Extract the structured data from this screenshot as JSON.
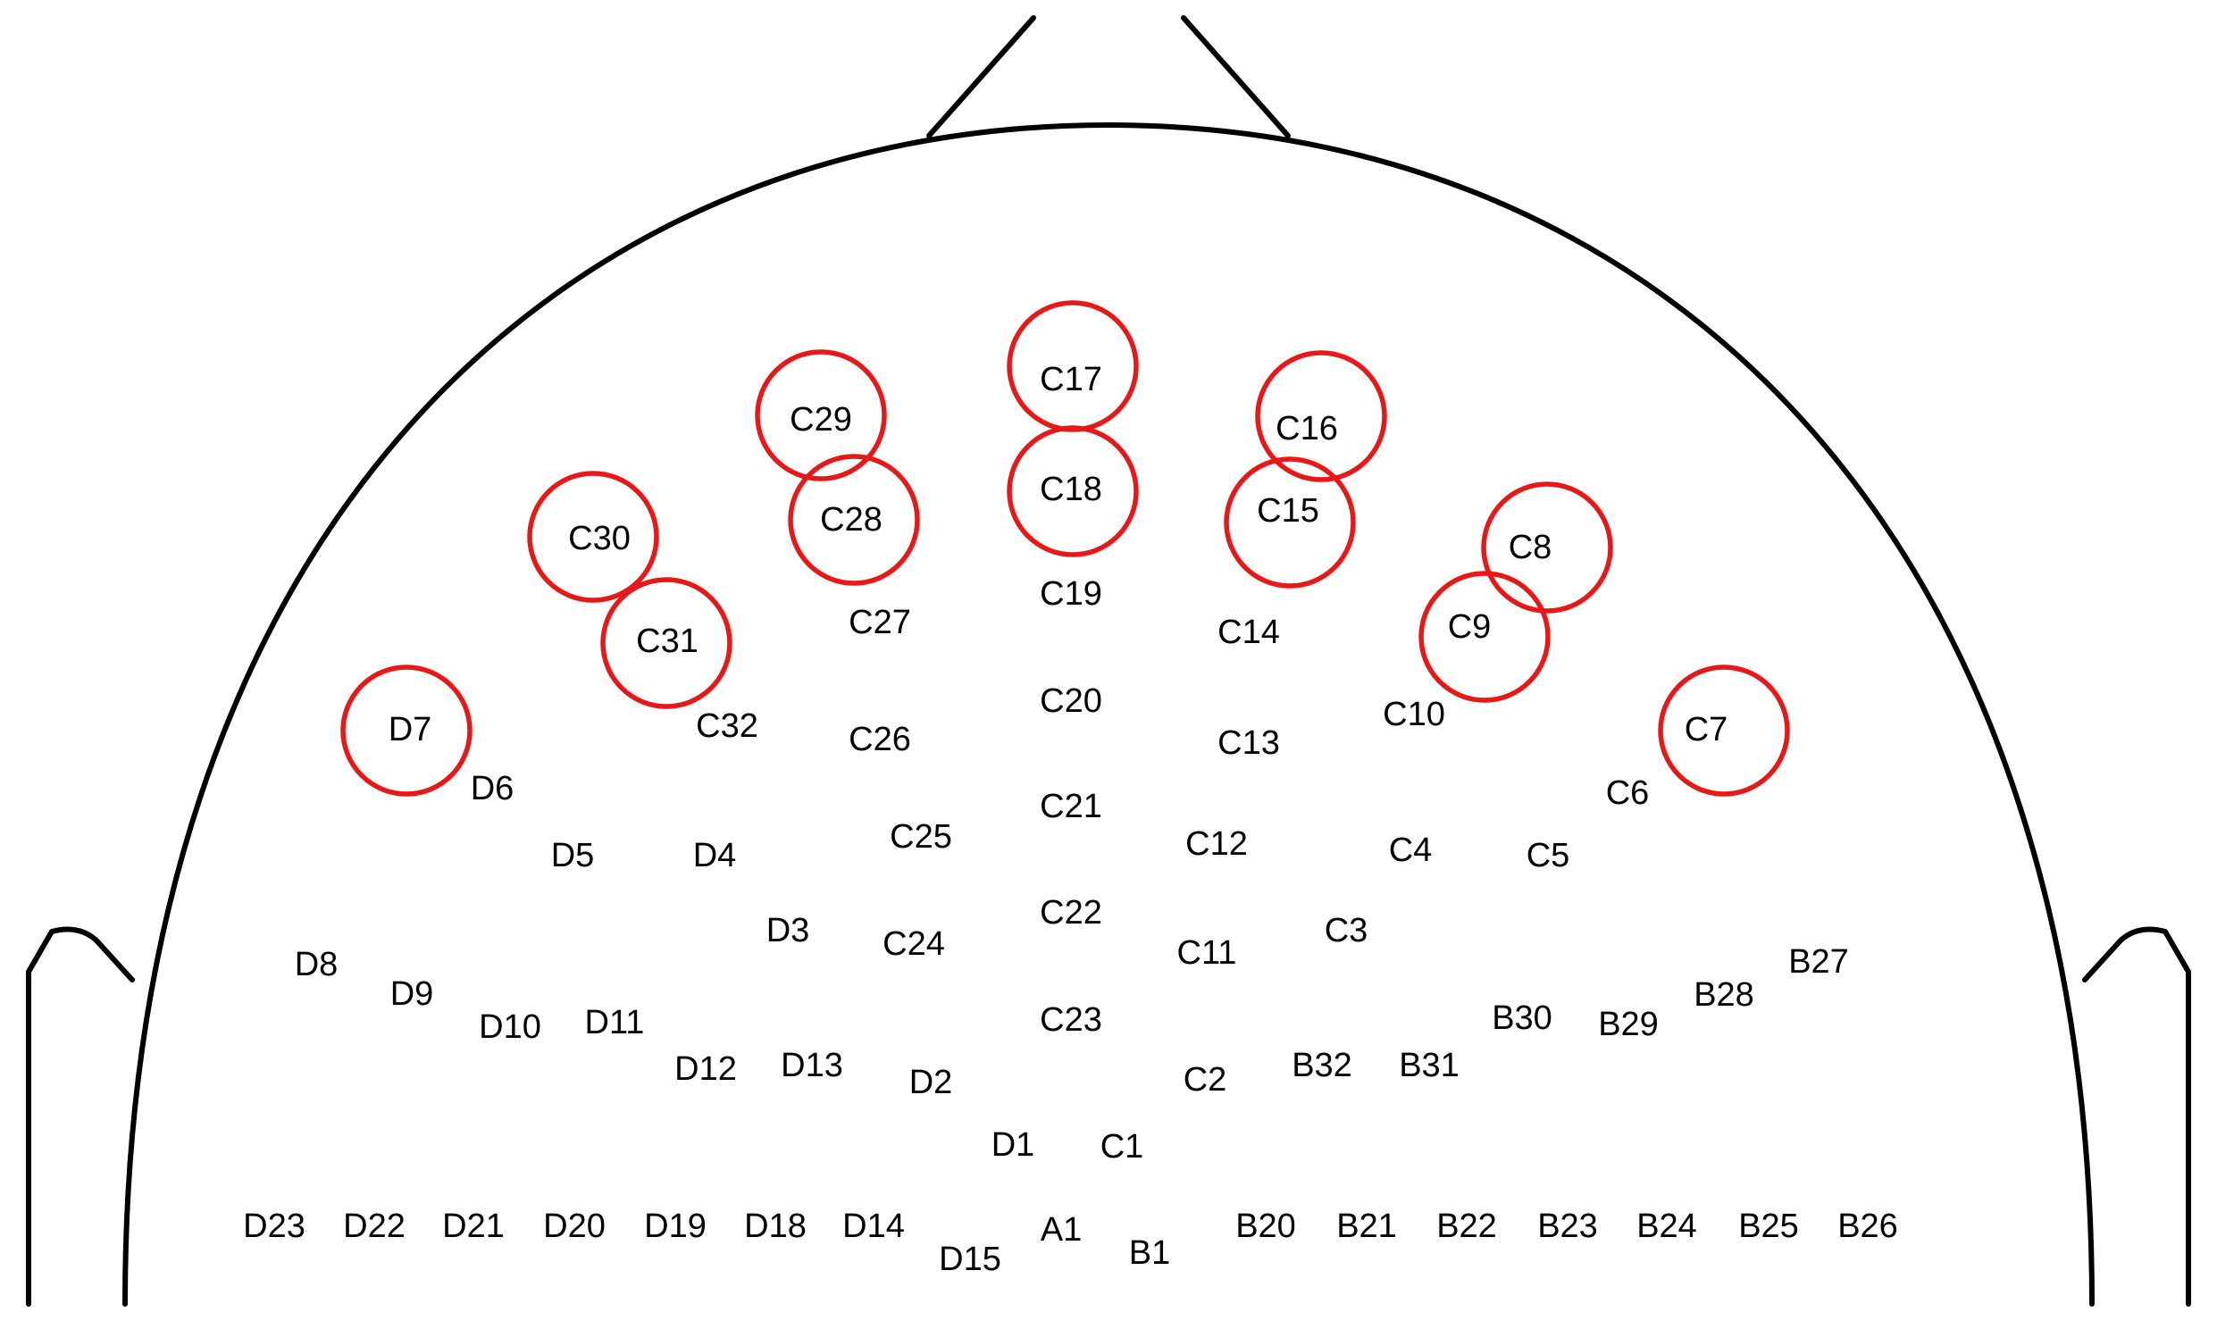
{
  "colors": {
    "outline": "#000000",
    "label": "#000000",
    "highlight": "#e81818"
  },
  "electrodes": [
    {
      "id": "C17",
      "label": "C17",
      "highlighted": true
    },
    {
      "id": "C18",
      "label": "C18",
      "highlighted": true
    },
    {
      "id": "C19",
      "label": "C19",
      "highlighted": false
    },
    {
      "id": "C20",
      "label": "C20",
      "highlighted": false
    },
    {
      "id": "C21",
      "label": "C21",
      "highlighted": false
    },
    {
      "id": "C22",
      "label": "C22",
      "highlighted": false
    },
    {
      "id": "C23",
      "label": "C23",
      "highlighted": false
    },
    {
      "id": "C29",
      "label": "C29",
      "highlighted": true
    },
    {
      "id": "C28",
      "label": "C28",
      "highlighted": true
    },
    {
      "id": "C27",
      "label": "C27",
      "highlighted": false
    },
    {
      "id": "C26",
      "label": "C26",
      "highlighted": false
    },
    {
      "id": "C25",
      "label": "C25",
      "highlighted": false
    },
    {
      "id": "C24",
      "label": "C24",
      "highlighted": false
    },
    {
      "id": "C16",
      "label": "C16",
      "highlighted": true
    },
    {
      "id": "C15",
      "label": "C15",
      "highlighted": true
    },
    {
      "id": "C14",
      "label": "C14",
      "highlighted": false
    },
    {
      "id": "C13",
      "label": "C13",
      "highlighted": false
    },
    {
      "id": "C12",
      "label": "C12",
      "highlighted": false
    },
    {
      "id": "C11",
      "label": "C11",
      "highlighted": false
    },
    {
      "id": "C30",
      "label": "C30",
      "highlighted": true
    },
    {
      "id": "C31",
      "label": "C31",
      "highlighted": true
    },
    {
      "id": "C32",
      "label": "C32",
      "highlighted": false
    },
    {
      "id": "C8",
      "label": "C8",
      "highlighted": true
    },
    {
      "id": "C9",
      "label": "C9",
      "highlighted": true
    },
    {
      "id": "C10",
      "label": "C10",
      "highlighted": false
    },
    {
      "id": "D7",
      "label": "D7",
      "highlighted": true
    },
    {
      "id": "C7",
      "label": "C7",
      "highlighted": true
    },
    {
      "id": "D6",
      "label": "D6",
      "highlighted": false
    },
    {
      "id": "C6",
      "label": "C6",
      "highlighted": false
    },
    {
      "id": "D5",
      "label": "D5",
      "highlighted": false
    },
    {
      "id": "D4",
      "label": "D4",
      "highlighted": false
    },
    {
      "id": "C4",
      "label": "C4",
      "highlighted": false
    },
    {
      "id": "C5",
      "label": "C5",
      "highlighted": false
    },
    {
      "id": "D3",
      "label": "D3",
      "highlighted": false
    },
    {
      "id": "C3",
      "label": "C3",
      "highlighted": false
    },
    {
      "id": "D8",
      "label": "D8",
      "highlighted": false
    },
    {
      "id": "D9",
      "label": "D9",
      "highlighted": false
    },
    {
      "id": "D10",
      "label": "D10",
      "highlighted": false
    },
    {
      "id": "D11",
      "label": "D11",
      "highlighted": false
    },
    {
      "id": "D12",
      "label": "D12",
      "highlighted": false
    },
    {
      "id": "D13",
      "label": "D13",
      "highlighted": false
    },
    {
      "id": "D2",
      "label": "D2",
      "highlighted": false
    },
    {
      "id": "C2",
      "label": "C2",
      "highlighted": false
    },
    {
      "id": "B32",
      "label": "B32",
      "highlighted": false
    },
    {
      "id": "B31",
      "label": "B31",
      "highlighted": false
    },
    {
      "id": "B30",
      "label": "B30",
      "highlighted": false
    },
    {
      "id": "B29",
      "label": "B29",
      "highlighted": false
    },
    {
      "id": "B28",
      "label": "B28",
      "highlighted": false
    },
    {
      "id": "B27",
      "label": "B27",
      "highlighted": false
    },
    {
      "id": "D1",
      "label": "D1",
      "highlighted": false
    },
    {
      "id": "C1",
      "label": "C1",
      "highlighted": false
    },
    {
      "id": "D23",
      "label": "D23",
      "highlighted": false
    },
    {
      "id": "D22",
      "label": "D22",
      "highlighted": false
    },
    {
      "id": "D21",
      "label": "D21",
      "highlighted": false
    },
    {
      "id": "D20",
      "label": "D20",
      "highlighted": false
    },
    {
      "id": "D19",
      "label": "D19",
      "highlighted": false
    },
    {
      "id": "D18",
      "label": "D18",
      "highlighted": false
    },
    {
      "id": "D14",
      "label": "D14",
      "highlighted": false
    },
    {
      "id": "D15",
      "label": "D15",
      "highlighted": false
    },
    {
      "id": "A1",
      "label": "A1",
      "highlighted": false
    },
    {
      "id": "B1",
      "label": "B1",
      "highlighted": false
    },
    {
      "id": "B20",
      "label": "B20",
      "highlighted": false
    },
    {
      "id": "B21",
      "label": "B21",
      "highlighted": false
    },
    {
      "id": "B22",
      "label": "B22",
      "highlighted": false
    },
    {
      "id": "B23",
      "label": "B23",
      "highlighted": false
    },
    {
      "id": "B24",
      "label": "B24",
      "highlighted": false
    },
    {
      "id": "B25",
      "label": "B25",
      "highlighted": false
    },
    {
      "id": "B26",
      "label": "B26",
      "highlighted": false
    }
  ]
}
